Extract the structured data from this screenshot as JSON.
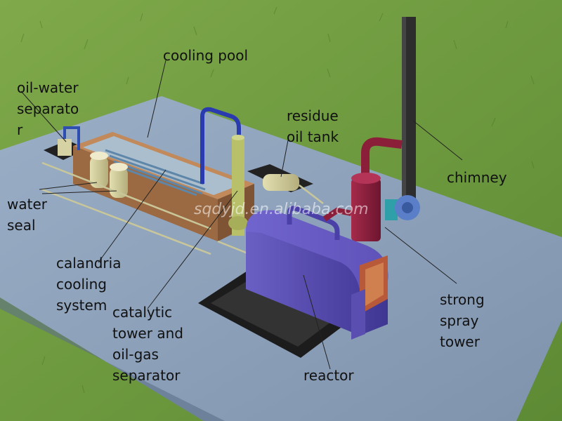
{
  "labels": {
    "oil_water_separator": "oil-water\nseparato\nr",
    "cooling_pool": "cooling pool",
    "residue_oil_tank": "residue\noil tank",
    "chimney": "chimney",
    "water_seal": "water\nseal",
    "calandria_cooling_system": "calandria\ncooling\nsystem",
    "catalytic_tower": "catalytic\ntower and\noil-gas\nseparator",
    "reactor": "reactor",
    "strong_spray_tower": "strong\nspray\ntower"
  },
  "watermark": "sqdyjd.en.alibaba.com",
  "colors": {
    "grass": "#6f9b3e",
    "platform": "#8c9fb8",
    "reactor": "#5a4fb0",
    "pool": "#b07a4e",
    "spray_tower": "#8b1f3a",
    "chimney": "#2d2d2d"
  }
}
